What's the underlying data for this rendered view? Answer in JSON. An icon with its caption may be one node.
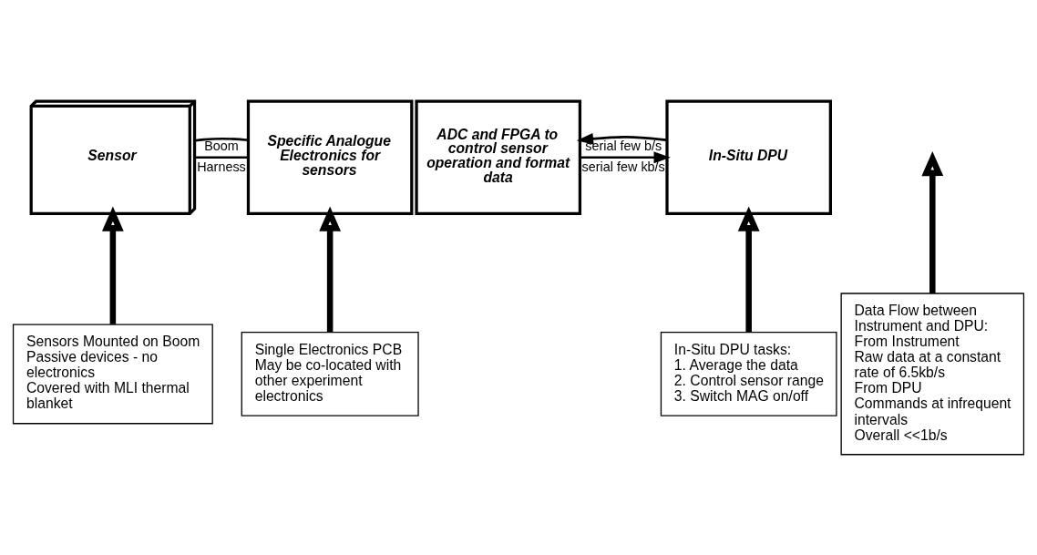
{
  "diagram": {
    "nodes": [
      {
        "text": [
          "Sensor"
        ]
      },
      {
        "text": [
          "Specific Analogue Electronics for sensors"
        ]
      },
      {
        "text": [
          "ADC and FPGA to control sensor operation and format data"
        ]
      },
      {
        "text": [
          "In-Situ DPU"
        ]
      },
      {
        "text": [
          "Sensors Mounted on Boom",
          "Passive devices - no electronics",
          "Covered with MLI thermal blanket"
        ]
      },
      {
        "text": [
          "Single Electronics PCB",
          "May be co-located with other experiment electronics"
        ]
      },
      {
        "text": [
          "Data Flow between Instrument and DPU:",
          "From Instrument",
          "Raw data at a constant rate of 6.5kb/s",
          "From DPU",
          "Commands at infrequent intervals",
          "Overall <<1b/s"
        ]
      },
      {
        "text": [
          "In-Situ DPU tasks:",
          "1. Average the data",
          "2. Control sensor range",
          "3. Switch MAG on/off"
        ]
      }
    ],
    "edges": [
      {
        "from": 0,
        "to": 1,
        "arrow": "none",
        "label": "Boom"
      },
      {
        "from": 0,
        "to": 1,
        "arrow": "none",
        "label": "Harness"
      },
      {
        "from": 3,
        "to": 2,
        "arrow": "to",
        "label": "serial few b/s"
      },
      {
        "from": 2,
        "to": 3,
        "arrow": "to",
        "label": "serial few kb/s"
      },
      {
        "from": 4,
        "to": 0,
        "arrow": "to",
        "style": "thick"
      },
      {
        "from": 5,
        "to": 1,
        "arrow": "to",
        "style": "thick"
      },
      {
        "from": 6,
        "to": null,
        "arrow": "to",
        "style": "thick"
      },
      {
        "from": 7,
        "to": 3,
        "arrow": "to",
        "style": "thick"
      }
    ]
  }
}
